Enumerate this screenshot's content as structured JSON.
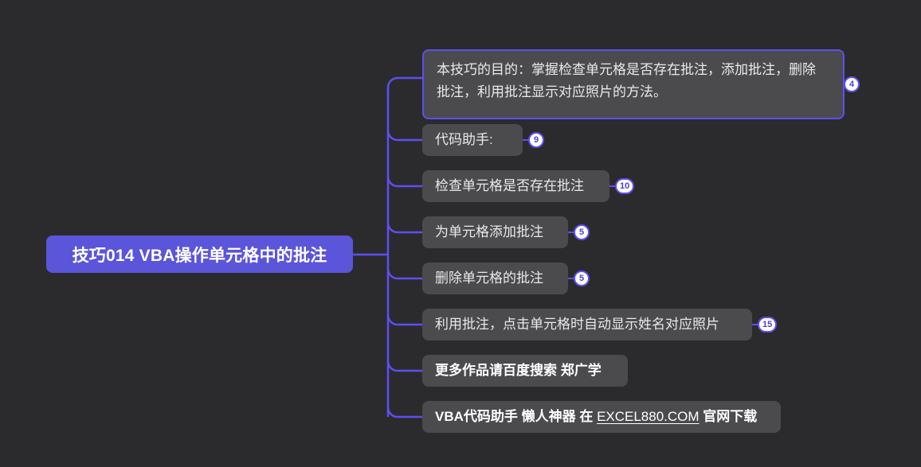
{
  "theme": {
    "background": "#2b2b2d",
    "root_fill": "#5b55da",
    "node_fill": "#4b4b4e",
    "connector": "#5d4ff2",
    "badge_fill": "#ffffff",
    "badge_text": "#4a3fd6",
    "node_text": "#e9e9ec"
  },
  "root": {
    "label": "技巧014 VBA操作单元格中的批注"
  },
  "branches": [
    {
      "label": "本技巧的目的：掌握检查单元格是否存在批注，添加批注，删除批注，利用批注显示对应照片的方法。",
      "badge": "4",
      "selected": true,
      "bold": false
    },
    {
      "label": "代码助手:",
      "badge": "9",
      "selected": false,
      "bold": false
    },
    {
      "label": "检查单元格是否存在批注",
      "badge": "10",
      "selected": false,
      "bold": false
    },
    {
      "label": "为单元格添加批注",
      "badge": "5",
      "selected": false,
      "bold": false
    },
    {
      "label": "删除单元格的批注",
      "badge": "5",
      "selected": false,
      "bold": false
    },
    {
      "label": "利用批注，点击单元格时自动显示姓名对应照片",
      "badge": "15",
      "selected": false,
      "bold": false
    },
    {
      "label": "更多作品请百度搜索 郑广学",
      "badge": "",
      "selected": false,
      "bold": true
    },
    {
      "label_parts": {
        "before": "VBA代码助手 懒人神器 在 ",
        "link": "EXCEL880.COM",
        "after": " 官网下载"
      },
      "badge": "",
      "selected": false,
      "bold": true
    }
  ]
}
